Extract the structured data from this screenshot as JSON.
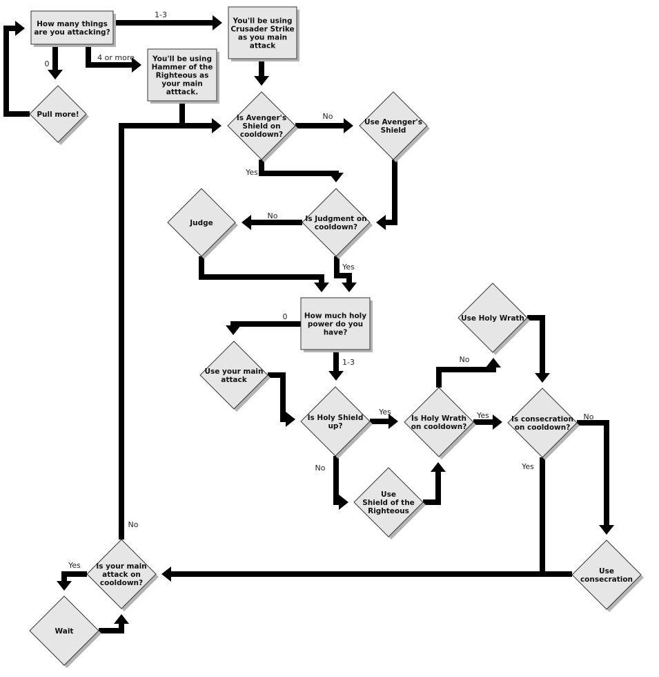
{
  "title": "Protection Paladin rotation flowchart",
  "colors": {
    "node_fill": "#e6e6e6",
    "node_stroke": "#333333",
    "shadow": "#b4b4b4",
    "edge": "#000000",
    "background": "#ffffff"
  },
  "nodes": [
    {
      "id": "how-many",
      "shape": "rect",
      "lines": [
        "How many things",
        "are you attacking?"
      ]
    },
    {
      "id": "crusader",
      "shape": "rect",
      "lines": [
        "You'll be using",
        "Crusader Strike",
        "as you main",
        "attack"
      ]
    },
    {
      "id": "hammer",
      "shape": "rect",
      "lines": [
        "You'll be using",
        "Hammer of the",
        "Righteous as",
        "your main",
        "atttack."
      ]
    },
    {
      "id": "pull-more",
      "shape": "diamond",
      "lines": [
        "Pull more!"
      ]
    },
    {
      "id": "avengers-cd",
      "shape": "diamond",
      "lines": [
        "Is Avenger's",
        "Shield on",
        "cooldown?"
      ]
    },
    {
      "id": "use-avengers",
      "shape": "diamond",
      "lines": [
        "Use Avenger's",
        "Shield"
      ]
    },
    {
      "id": "judgment-cd",
      "shape": "diamond",
      "lines": [
        "Is Judgment on",
        "cooldown?"
      ]
    },
    {
      "id": "judge",
      "shape": "diamond",
      "lines": [
        "Judge"
      ]
    },
    {
      "id": "holy-power",
      "shape": "rect",
      "lines": [
        "How much holy",
        "power do you",
        "have?"
      ]
    },
    {
      "id": "use-main",
      "shape": "diamond",
      "lines": [
        "Use your main",
        "attack"
      ]
    },
    {
      "id": "holy-shield-up",
      "shape": "diamond",
      "lines": [
        "Is Holy Shield",
        "up?"
      ]
    },
    {
      "id": "use-sotr",
      "shape": "diamond",
      "lines": [
        "Use",
        "Shield of the",
        "Righteous"
      ]
    },
    {
      "id": "holy-wrath-cd",
      "shape": "diamond",
      "lines": [
        "Is Holy Wrath",
        "on cooldown?"
      ]
    },
    {
      "id": "use-holy-wrath",
      "shape": "diamond",
      "lines": [
        "Use Holy Wrath"
      ]
    },
    {
      "id": "consecration-cd",
      "shape": "diamond",
      "lines": [
        "Is consecration",
        "on cooldown?"
      ]
    },
    {
      "id": "use-consecration",
      "shape": "diamond",
      "lines": [
        "Use",
        "consecration"
      ]
    },
    {
      "id": "main-attack-cd",
      "shape": "diamond",
      "lines": [
        "Is your main",
        "attack on",
        "cooldown?"
      ]
    },
    {
      "id": "wait",
      "shape": "diamond",
      "lines": [
        "Wait"
      ]
    }
  ],
  "edges": [
    {
      "from": "how-many",
      "to": "crusader",
      "label": "1-3"
    },
    {
      "from": "how-many",
      "to": "hammer",
      "label": "4 or more"
    },
    {
      "from": "how-many",
      "to": "pull-more",
      "label": "0"
    },
    {
      "from": "pull-more",
      "to": "how-many",
      "label": ""
    },
    {
      "from": "crusader",
      "to": "avengers-cd",
      "label": ""
    },
    {
      "from": "hammer",
      "to": "avengers-cd",
      "label": ""
    },
    {
      "from": "avengers-cd",
      "to": "use-avengers",
      "label": "No"
    },
    {
      "from": "avengers-cd",
      "to": "judgment-cd",
      "label": "Yes"
    },
    {
      "from": "use-avengers",
      "to": "judgment-cd",
      "label": ""
    },
    {
      "from": "judgment-cd",
      "to": "judge",
      "label": "No"
    },
    {
      "from": "judgment-cd",
      "to": "holy-power",
      "label": "Yes"
    },
    {
      "from": "judge",
      "to": "holy-power",
      "label": ""
    },
    {
      "from": "holy-power",
      "to": "use-main",
      "label": "0"
    },
    {
      "from": "holy-power",
      "to": "holy-shield-up",
      "label": "1-3"
    },
    {
      "from": "use-main",
      "to": "holy-shield-up",
      "label": ""
    },
    {
      "from": "holy-shield-up",
      "to": "holy-wrath-cd",
      "label": "Yes"
    },
    {
      "from": "holy-shield-up",
      "to": "use-sotr",
      "label": "No"
    },
    {
      "from": "use-sotr",
      "to": "holy-wrath-cd",
      "label": ""
    },
    {
      "from": "holy-wrath-cd",
      "to": "use-holy-wrath",
      "label": "No"
    },
    {
      "from": "holy-wrath-cd",
      "to": "consecration-cd",
      "label": "Yes"
    },
    {
      "from": "use-holy-wrath",
      "to": "consecration-cd",
      "label": ""
    },
    {
      "from": "consecration-cd",
      "to": "use-consecration",
      "label": "No"
    },
    {
      "from": "consecration-cd",
      "to": "main-attack-cd",
      "label": "Yes"
    },
    {
      "from": "use-consecration",
      "to": "main-attack-cd",
      "label": ""
    },
    {
      "from": "main-attack-cd",
      "to": "wait",
      "label": "Yes"
    },
    {
      "from": "main-attack-cd",
      "to": "avengers-cd",
      "label": "No"
    },
    {
      "from": "wait",
      "to": "main-attack-cd",
      "label": ""
    }
  ]
}
